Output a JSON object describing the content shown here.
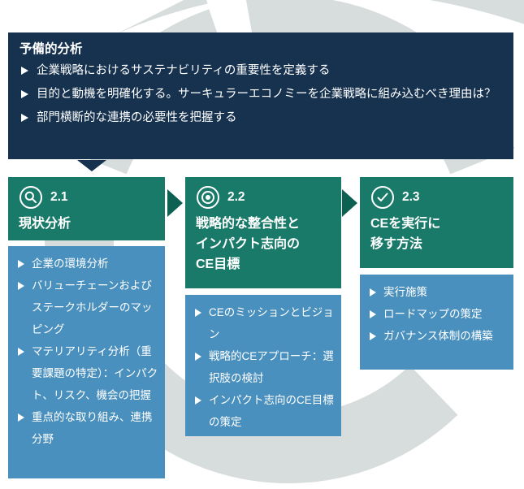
{
  "colors": {
    "navy": "#16324f",
    "teal": "#1a7a6a",
    "teal_dark": "#0d6152",
    "blue": "#4a90be",
    "ring_gray": "#d7dddc",
    "text_white": "#ffffff"
  },
  "preliminary": {
    "title": "予備的分析",
    "bullets": [
      "企業戦略におけるサステナビリティの重要性を定義する",
      "目的と動機を明確化する。サーキュラーエコノミーを企業戦略に組み込むべき理由は？",
      "部門横断的な連携の必要性を把握する"
    ]
  },
  "columns": [
    {
      "number": "2.1",
      "icon": "magnifier-icon",
      "title": "現状分析",
      "bullets": [
        "企業の環境分析",
        "バリューチェーンおよびステークホルダーのマッピング",
        "マテリアリティ分析（重要課題の特定）：インパクト、リスク、機会の把握",
        "重点的な取り組み、連携分野"
      ]
    },
    {
      "number": "2.2",
      "icon": "target-icon",
      "title": "戦略的な整合性と\nインパクト志向の\nCE目標",
      "bullets": [
        "CEのミッションとビジョン",
        "戦略的CEアプローチ：選択肢の検討",
        "インパクト志向のCE目標の策定"
      ]
    },
    {
      "number": "2.3",
      "icon": "check-circle-icon",
      "title": "CEを実行に\n移す方法",
      "bullets": [
        "実行施策",
        "ロードマップの策定",
        "ガバナンス体制の構築"
      ]
    }
  ]
}
